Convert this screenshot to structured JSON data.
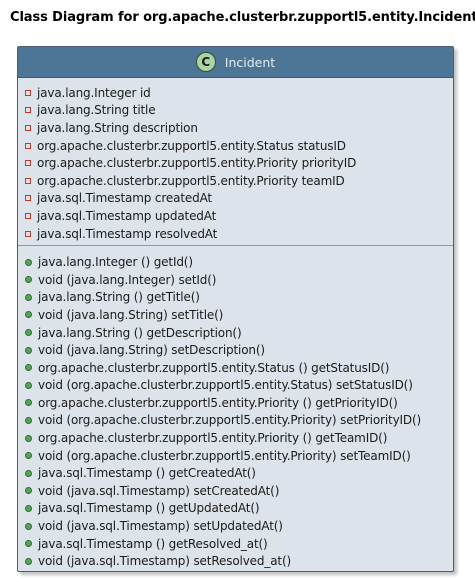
{
  "title": "Class Diagram for org.apache.clusterbr.zupportl5.entity.Incident",
  "class": {
    "stereotype": "C",
    "name": "Incident",
    "fields": [
      "java.lang.Integer id",
      "java.lang.String title",
      "java.lang.String description",
      "org.apache.clusterbr.zupportl5.entity.Status statusID",
      "org.apache.clusterbr.zupportl5.entity.Priority priorityID",
      "org.apache.clusterbr.zupportl5.entity.Priority teamID",
      "java.sql.Timestamp createdAt",
      "java.sql.Timestamp updatedAt",
      "java.sql.Timestamp resolvedAt"
    ],
    "methods": [
      "java.lang.Integer () getId()",
      "void (java.lang.Integer) setId()",
      "java.lang.String () getTitle()",
      "void (java.lang.String) setTitle()",
      "java.lang.String () getDescription()",
      "void (java.lang.String) setDescription()",
      "org.apache.clusterbr.zupportl5.entity.Status () getStatusID()",
      "void (org.apache.clusterbr.zupportl5.entity.Status) setStatusID()",
      "org.apache.clusterbr.zupportl5.entity.Priority () getPriorityID()",
      "void (org.apache.clusterbr.zupportl5.entity.Priority) setPriorityID()",
      "org.apache.clusterbr.zupportl5.entity.Priority () getTeamID()",
      "void (org.apache.clusterbr.zupportl5.entity.Priority) setTeamID()",
      "java.sql.Timestamp () getCreatedAt()",
      "void (java.sql.Timestamp) setCreatedAt()",
      "java.sql.Timestamp () getUpdatedAt()",
      "void (java.sql.Timestamp) setUpdatedAt()",
      "java.sql.Timestamp () getResolved_at()",
      "void (java.sql.Timestamp) setResolved_at()"
    ]
  },
  "colors": {
    "header": "#4d7596",
    "body": "#dde3ea",
    "stereotype_circle": "#a8d5a2",
    "private_marker": "#c0392b",
    "public_marker": "#56a556"
  },
  "icons": {
    "private_marker": "private-field-marker-icon",
    "public_marker": "public-method-marker-icon"
  }
}
